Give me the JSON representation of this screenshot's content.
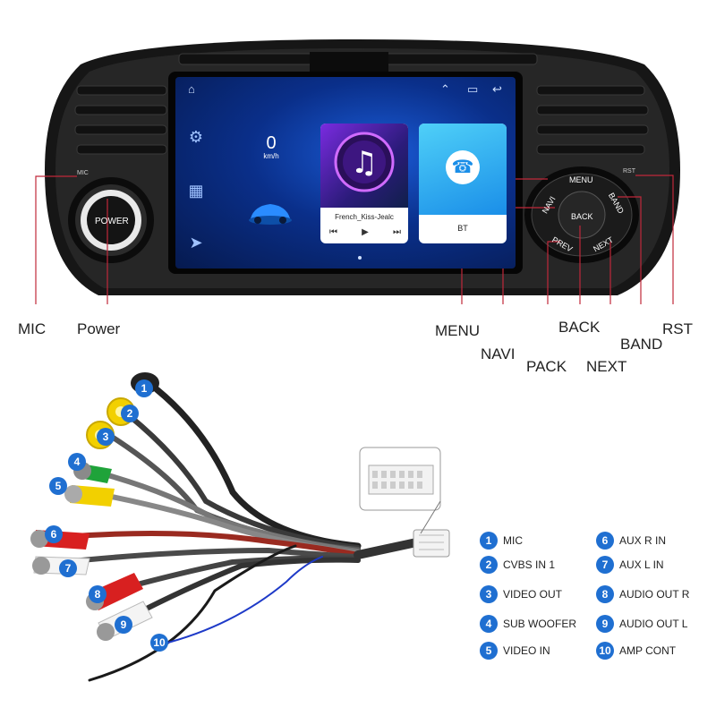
{
  "head_unit": {
    "mic_mark": "MIC",
    "rst_mark": "RST",
    "power_knob": "POWER",
    "screen": {
      "speed_value": "0",
      "speed_unit": "km/h",
      "music_track": "French_Kiss-Jealc",
      "bt_label": "BT"
    },
    "buttons": {
      "menu": "MENU",
      "navi": "NAVI",
      "band": "BAND",
      "back": "BACK",
      "prev": "PREV",
      "next": "NEXT"
    }
  },
  "callouts": {
    "mic": "MIC",
    "power": "Power",
    "menu": "MENU",
    "navi": "NAVI",
    "pack": "PACK",
    "back": "BACK",
    "next": "NEXT",
    "band": "BAND",
    "rst": "RST"
  },
  "harness_numbers": [
    "1",
    "2",
    "3",
    "4",
    "5",
    "6",
    "7",
    "8",
    "9",
    "10"
  ],
  "legend": [
    {
      "num": "1",
      "label": "MIC"
    },
    {
      "num": "2",
      "label": "CVBS IN 1"
    },
    {
      "num": "3",
      "label": "VIDEO OUT"
    },
    {
      "num": "4",
      "label": "SUB WOOFER"
    },
    {
      "num": "5",
      "label": "VIDEO IN"
    },
    {
      "num": "6",
      "label": "AUX R IN"
    },
    {
      "num": "7",
      "label": "AUX L IN"
    },
    {
      "num": "8",
      "label": "AUDIO OUT R"
    },
    {
      "num": "9",
      "label": "AUDIO OUT L"
    },
    {
      "num": "10",
      "label": "AMP CONT"
    }
  ],
  "colors": {
    "callout_line": "#c0283a",
    "legend_bubble": "#1f6fd1",
    "bezel": "#1a1a1a"
  }
}
